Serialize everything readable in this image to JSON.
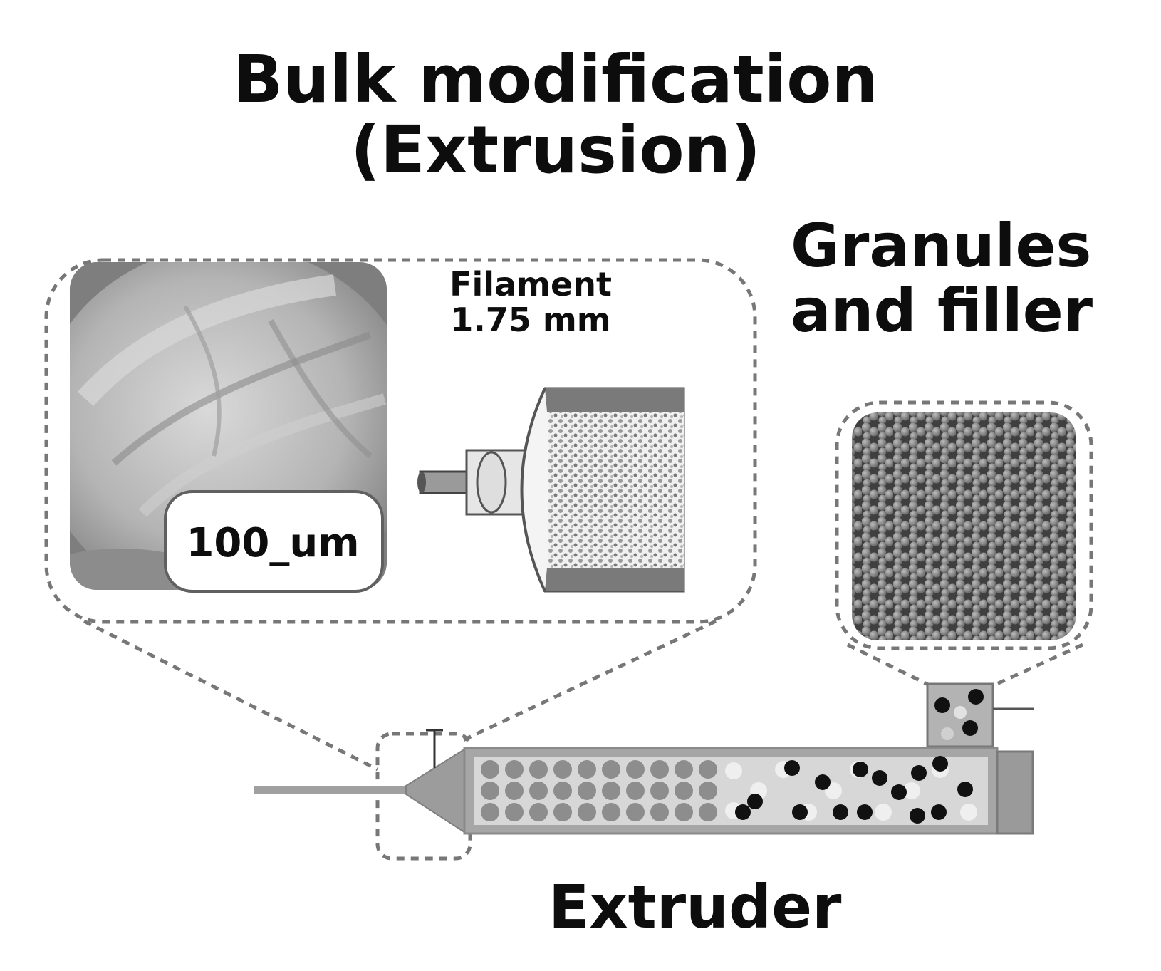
{
  "title": {
    "line1": "Bulk modification",
    "line2": "(Extrusion)"
  },
  "granules_label": {
    "line1": "Granules",
    "line2": "and filler"
  },
  "filament_label": {
    "line1": "Filament",
    "line2": "1.75 mm"
  },
  "scale_bar_label": "100_um",
  "extruder_label": "Extruder"
}
